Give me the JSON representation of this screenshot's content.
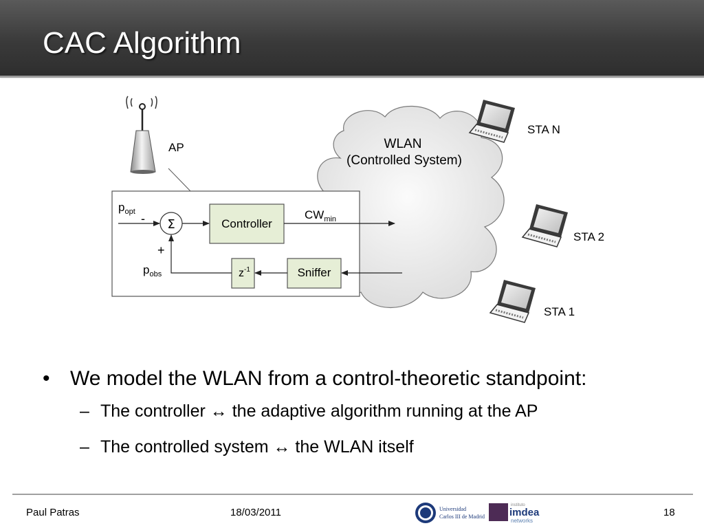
{
  "slide": {
    "title": "CAC Algorithm",
    "page_number": "18"
  },
  "diagram": {
    "ap_label": "AP",
    "cloud_line1": "WLAN",
    "cloud_line2": "(Controlled System)",
    "sta_n": "STA N",
    "sta_2": "STA 2",
    "sta_1": "STA 1",
    "p_opt_base": "p",
    "p_opt_sub": "opt",
    "p_obs_base": "p",
    "p_obs_sub": "obs",
    "minus_sign": "-",
    "plus_sign": "+",
    "sigma": "Σ",
    "controller": "Controller",
    "cw_base": "CW",
    "cw_sub": "min",
    "z_base": "z",
    "z_sup": "-1",
    "sniffer": "Sniffer",
    "box_fill": "#e6eed6"
  },
  "bullets": {
    "main": "We model the WLAN from a control-theoretic standpoint:",
    "bullet_symbol": "•",
    "dash_symbol": "–",
    "sub": [
      "The controller ↔ the adaptive algorithm running at the AP",
      "The controlled system ↔ the WLAN itself"
    ]
  },
  "footer": {
    "author": "Paul Patras",
    "date": "18/03/2011",
    "uc3m_line1": "Universidad",
    "uc3m_line2": "Carlos III de Madrid",
    "imdea_top": "instituto",
    "imdea_main": "imdea",
    "imdea_bottom": "networks"
  }
}
